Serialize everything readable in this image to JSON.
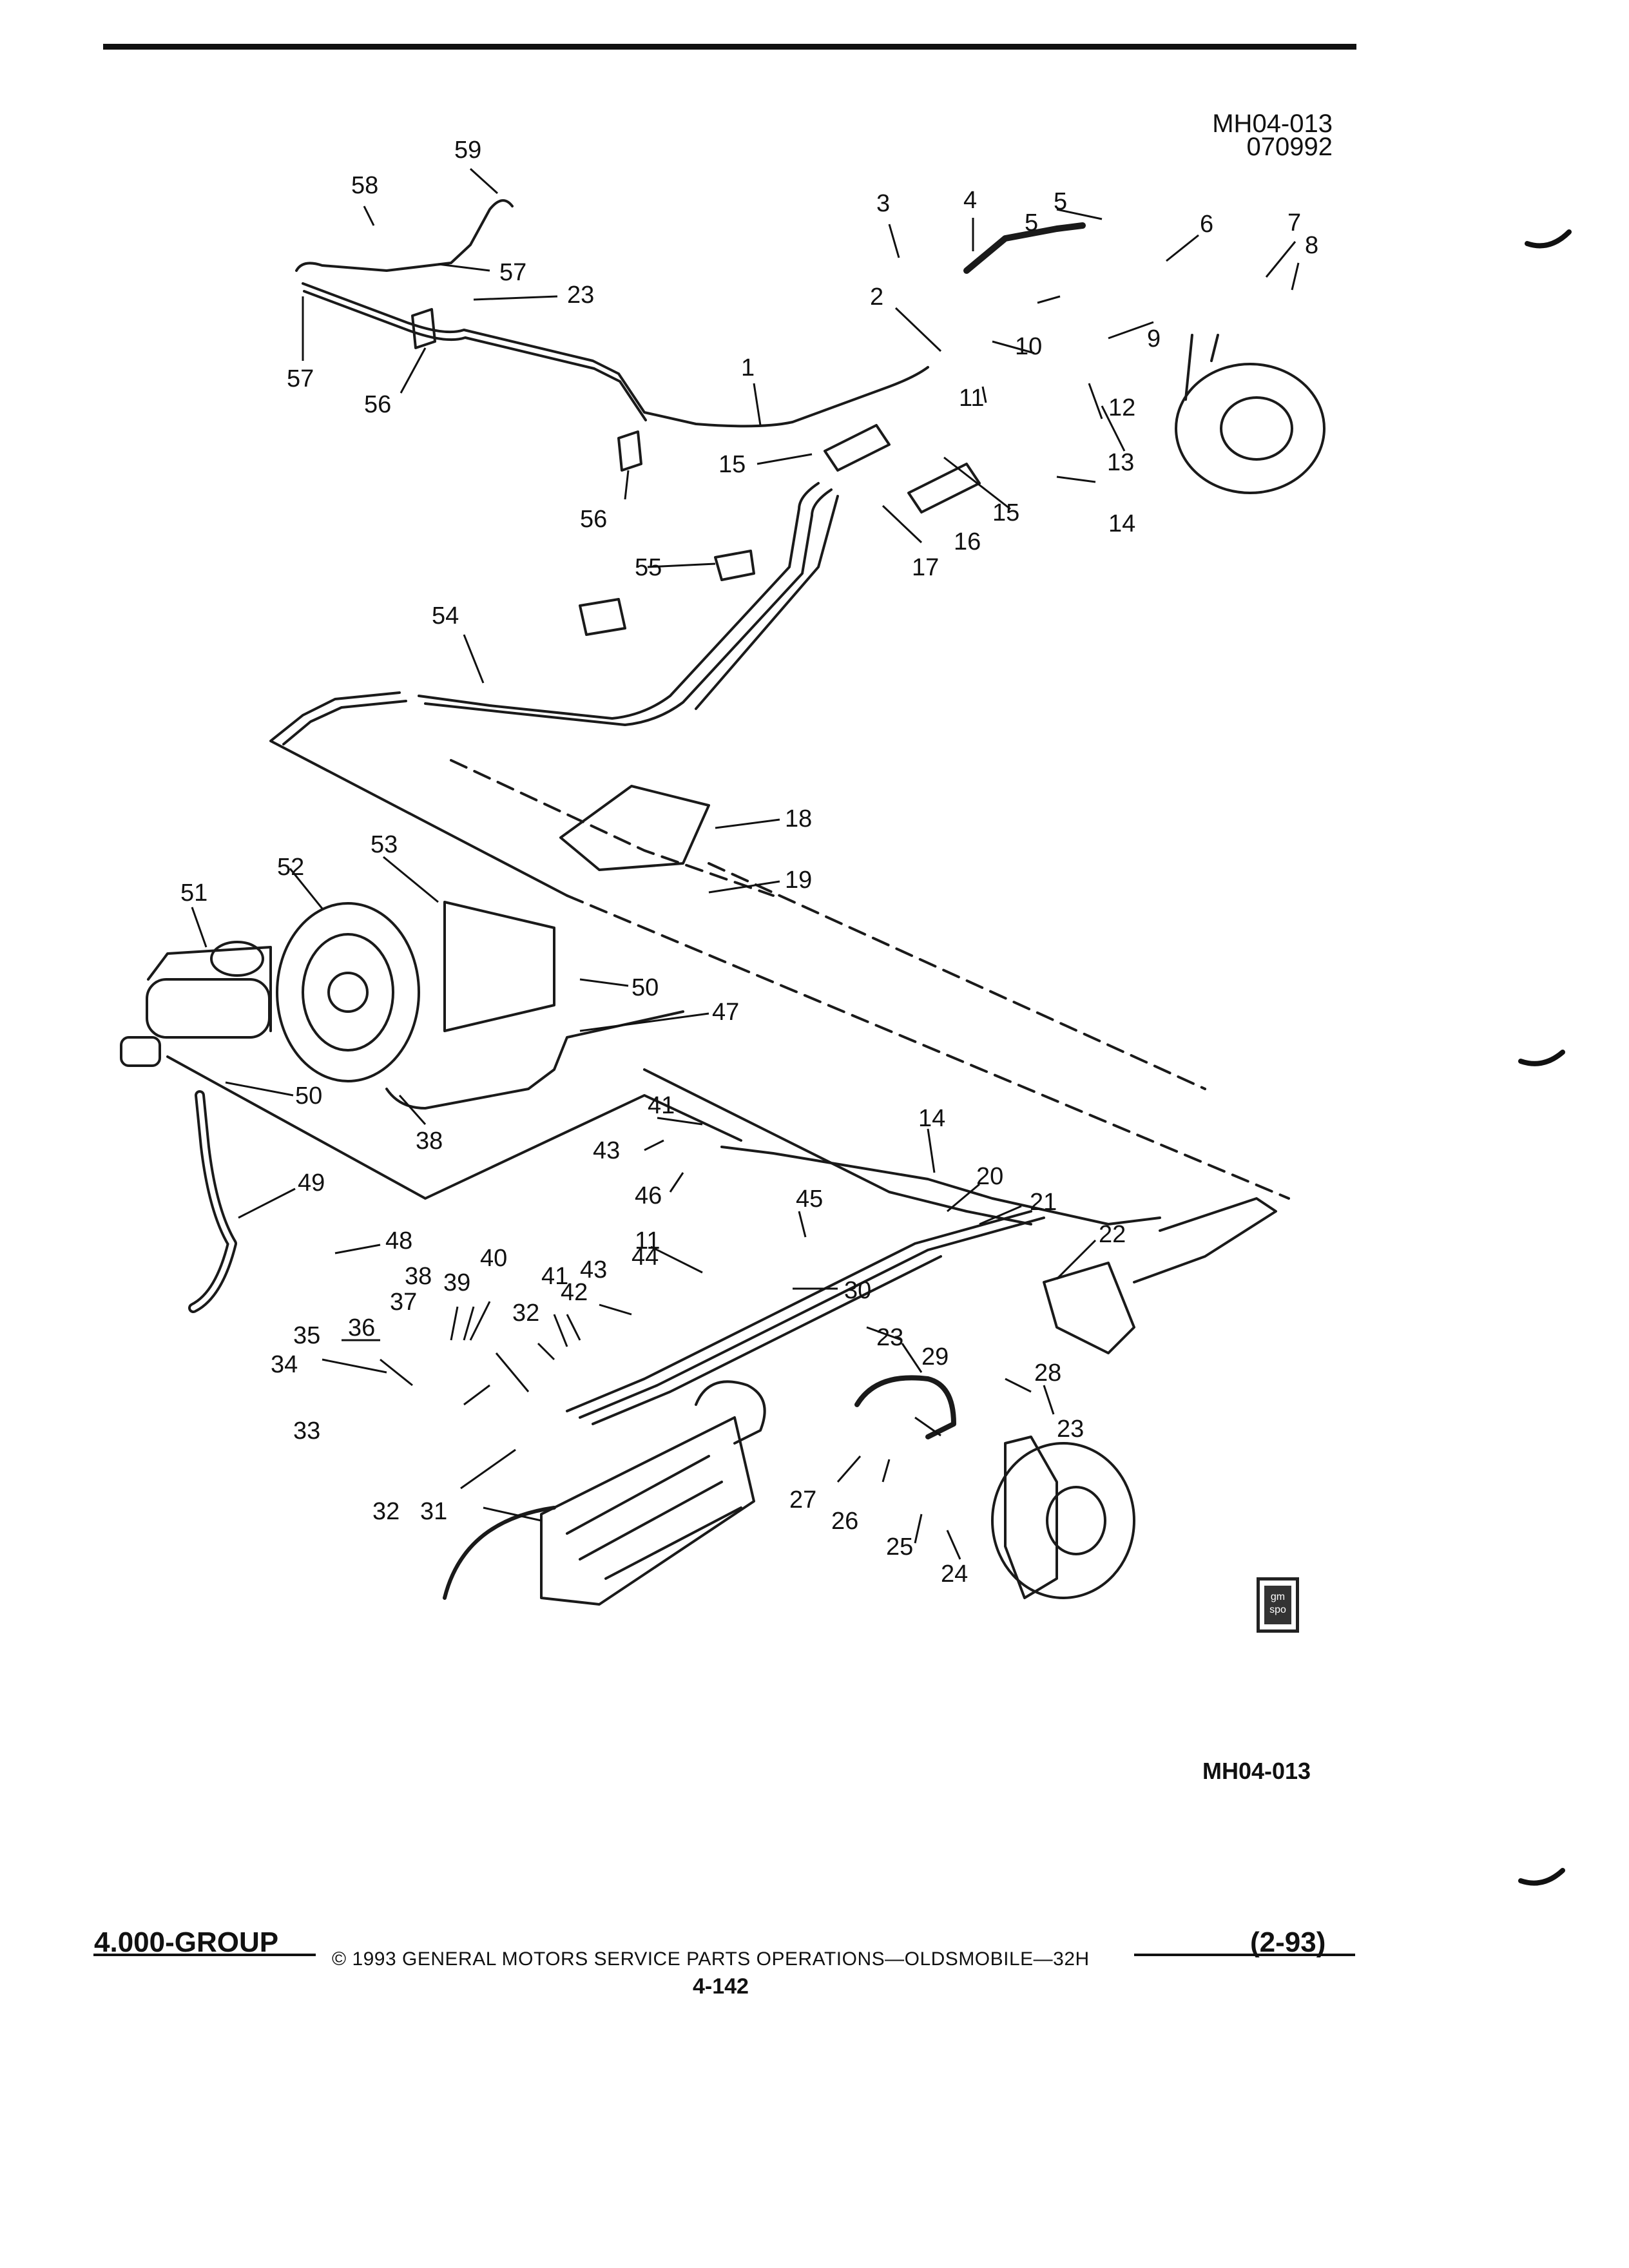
{
  "header": {
    "ref_code": "MH04-013",
    "date_code": "070992"
  },
  "figure_id": "MH04-013",
  "callouts": [
    {
      "id": "c59",
      "label": "59"
    },
    {
      "id": "c58",
      "label": "58"
    },
    {
      "id": "c57a",
      "label": "57"
    },
    {
      "id": "c23a",
      "label": "23"
    },
    {
      "id": "c57b",
      "label": "57"
    },
    {
      "id": "c56a",
      "label": "56"
    },
    {
      "id": "c1",
      "label": "1"
    },
    {
      "id": "c15a",
      "label": "15"
    },
    {
      "id": "c56b",
      "label": "56"
    },
    {
      "id": "c3",
      "label": "3"
    },
    {
      "id": "c4",
      "label": "4"
    },
    {
      "id": "c5a",
      "label": "5"
    },
    {
      "id": "c6",
      "label": "6"
    },
    {
      "id": "c7",
      "label": "7"
    },
    {
      "id": "c8",
      "label": "8"
    },
    {
      "id": "c5b",
      "label": "5"
    },
    {
      "id": "c2",
      "label": "2"
    },
    {
      "id": "c9",
      "label": "9"
    },
    {
      "id": "c10",
      "label": "10"
    },
    {
      "id": "c11a",
      "label": "11"
    },
    {
      "id": "c12",
      "label": "12"
    },
    {
      "id": "c13",
      "label": "13"
    },
    {
      "id": "c14a",
      "label": "14"
    },
    {
      "id": "c15b",
      "label": "15"
    },
    {
      "id": "c16",
      "label": "16"
    },
    {
      "id": "c17",
      "label": "17"
    },
    {
      "id": "c55",
      "label": "55"
    },
    {
      "id": "c54",
      "label": "54"
    },
    {
      "id": "c18",
      "label": "18"
    },
    {
      "id": "c19",
      "label": "19"
    },
    {
      "id": "c51",
      "label": "51"
    },
    {
      "id": "c52",
      "label": "52"
    },
    {
      "id": "c53",
      "label": "53"
    },
    {
      "id": "c50a",
      "label": "50"
    },
    {
      "id": "c47",
      "label": "47"
    },
    {
      "id": "c50b",
      "label": "50"
    },
    {
      "id": "c38a",
      "label": "38"
    },
    {
      "id": "c41a",
      "label": "41"
    },
    {
      "id": "c43a",
      "label": "43"
    },
    {
      "id": "c46",
      "label": "46"
    },
    {
      "id": "c49",
      "label": "49"
    },
    {
      "id": "c14b",
      "label": "14"
    },
    {
      "id": "c20",
      "label": "20"
    },
    {
      "id": "c21",
      "label": "21"
    },
    {
      "id": "c45",
      "label": "45"
    },
    {
      "id": "c48",
      "label": "48"
    },
    {
      "id": "c22",
      "label": "22"
    },
    {
      "id": "c11b",
      "label": "11"
    },
    {
      "id": "c40",
      "label": "40"
    },
    {
      "id": "c38b",
      "label": "38"
    },
    {
      "id": "c39",
      "label": "39"
    },
    {
      "id": "c41b",
      "label": "41"
    },
    {
      "id": "c43b",
      "label": "43"
    },
    {
      "id": "c44",
      "label": "44"
    },
    {
      "id": "c37",
      "label": "37"
    },
    {
      "id": "c32a",
      "label": "32"
    },
    {
      "id": "c42",
      "label": "42"
    },
    {
      "id": "c30",
      "label": "30"
    },
    {
      "id": "c35",
      "label": "35"
    },
    {
      "id": "c36",
      "label": "36"
    },
    {
      "id": "c23b",
      "label": "23"
    },
    {
      "id": "c29",
      "label": "29"
    },
    {
      "id": "c34",
      "label": "34"
    },
    {
      "id": "c28",
      "label": "28"
    },
    {
      "id": "c23c",
      "label": "23"
    },
    {
      "id": "c33",
      "label": "33"
    },
    {
      "id": "c27",
      "label": "27"
    },
    {
      "id": "c26",
      "label": "26"
    },
    {
      "id": "c32b",
      "label": "32"
    },
    {
      "id": "c31",
      "label": "31"
    },
    {
      "id": "c25",
      "label": "25"
    },
    {
      "id": "c24",
      "label": "24"
    }
  ],
  "badge": {
    "text": "gm spo"
  },
  "footer": {
    "group": "4.000-GROUP",
    "copyright": "© 1993 GENERAL MOTORS SERVICE PARTS OPERATIONS—OLDSMOBILE—32H",
    "page_number": "4-142",
    "revision": "(2-93)"
  }
}
